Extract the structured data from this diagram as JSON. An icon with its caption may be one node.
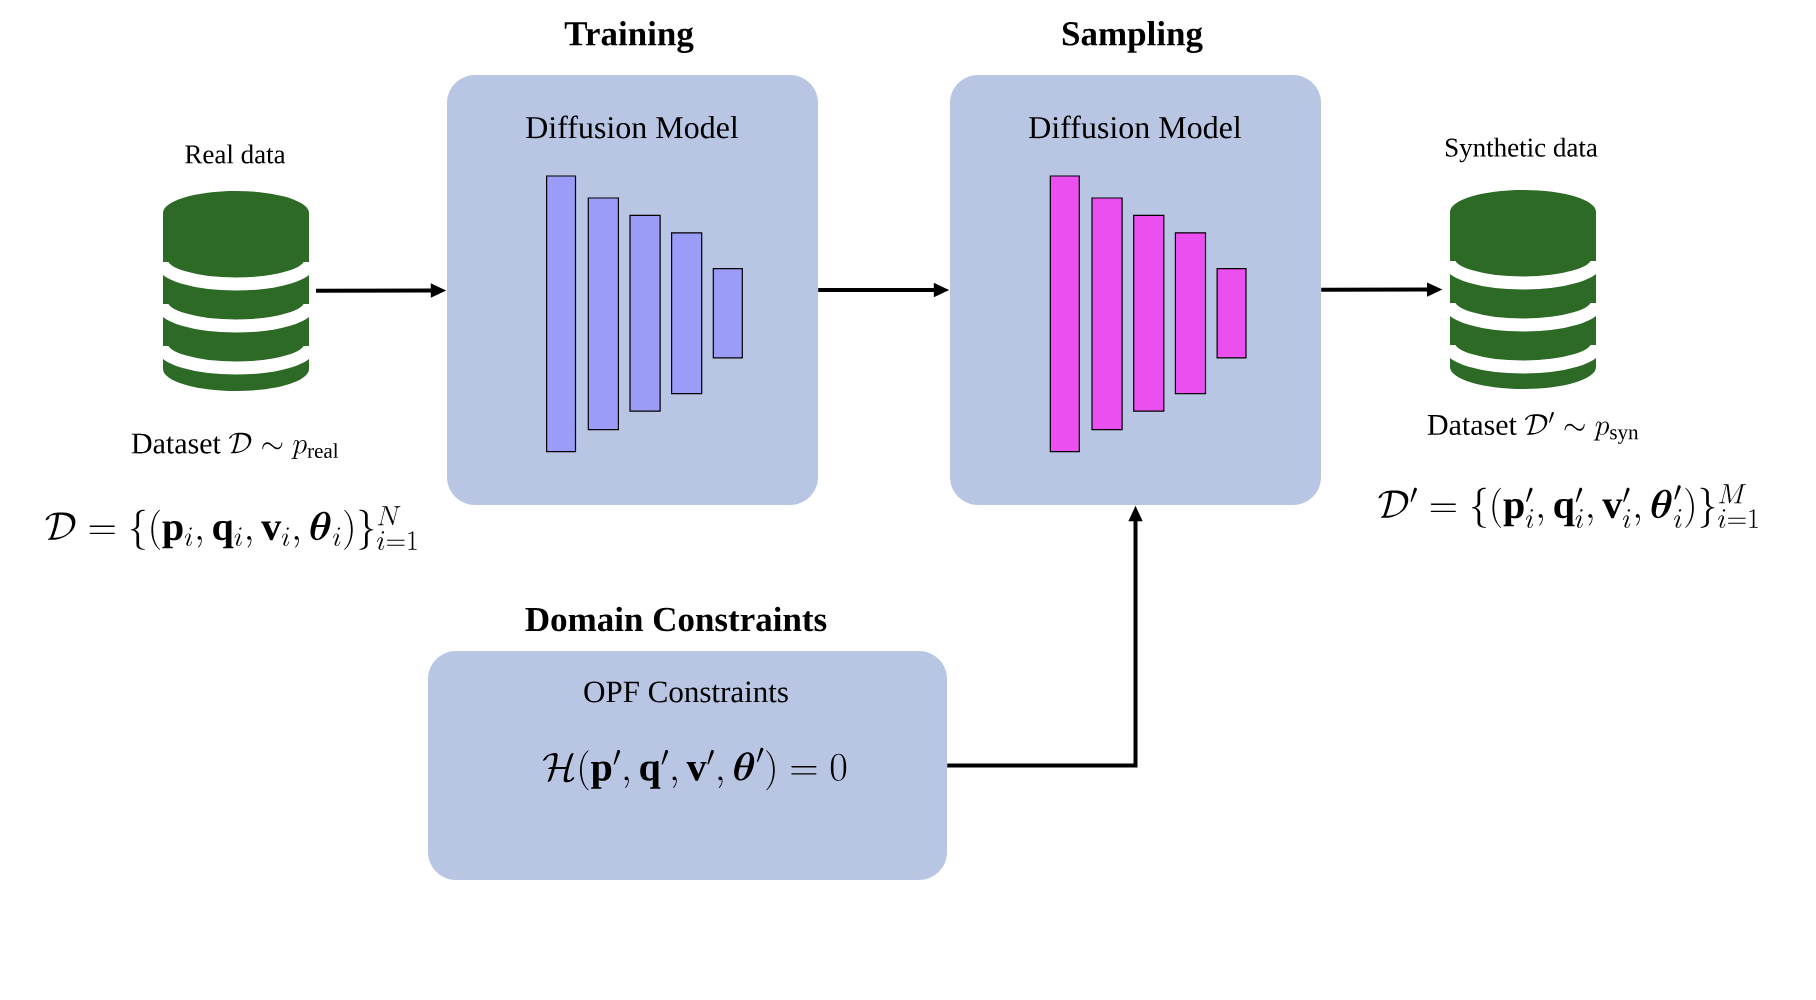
{
  "diagram": {
    "nodes": [
      {
        "text": [
          "Real data"
        ]
      },
      {
        "text": [
          "Training",
          "Diffusion Model"
        ]
      },
      {
        "text": [
          "Sampling",
          "Diffusion Model"
        ]
      },
      {
        "text": [
          "Synthetic data"
        ]
      },
      {
        "text": [
          "Domain Constraints",
          "OPF Constraints",
          "\\mathcal{H}(\\mathbf{p}', \\mathbf{q}', \\mathbf{v}', \\boldsymbol{\\theta}') = 0"
        ]
      }
    ],
    "edges": [
      {
        "from": 0,
        "to": 1,
        "arrow": "to"
      },
      {
        "from": 1,
        "to": 2,
        "arrow": "to"
      },
      {
        "from": 2,
        "to": 3,
        "arrow": "to"
      },
      {
        "from": 4,
        "to": 2,
        "arrow": "to"
      }
    ],
    "labels": [
      "\\text{Dataset }\\mathcal{D}\\sim p_{\\mathrm{real}}",
      "\\mathcal{D} = \\{(\\mathbf{p}_i, \\mathbf{q}_i, \\mathbf{v}_i, \\boldsymbol{\\theta}_i)\\}_{i=1}^{N}",
      "\\text{Dataset }\\mathcal{D}'\\sim p_{\\mathrm{syn}}",
      "\\mathcal{D}' = \\{(\\mathbf{p}_i', \\mathbf{q}_i', \\mathbf{v}_i', \\boldsymbol{\\theta}_i')\\}_{i=1}^{M}"
    ]
  }
}
